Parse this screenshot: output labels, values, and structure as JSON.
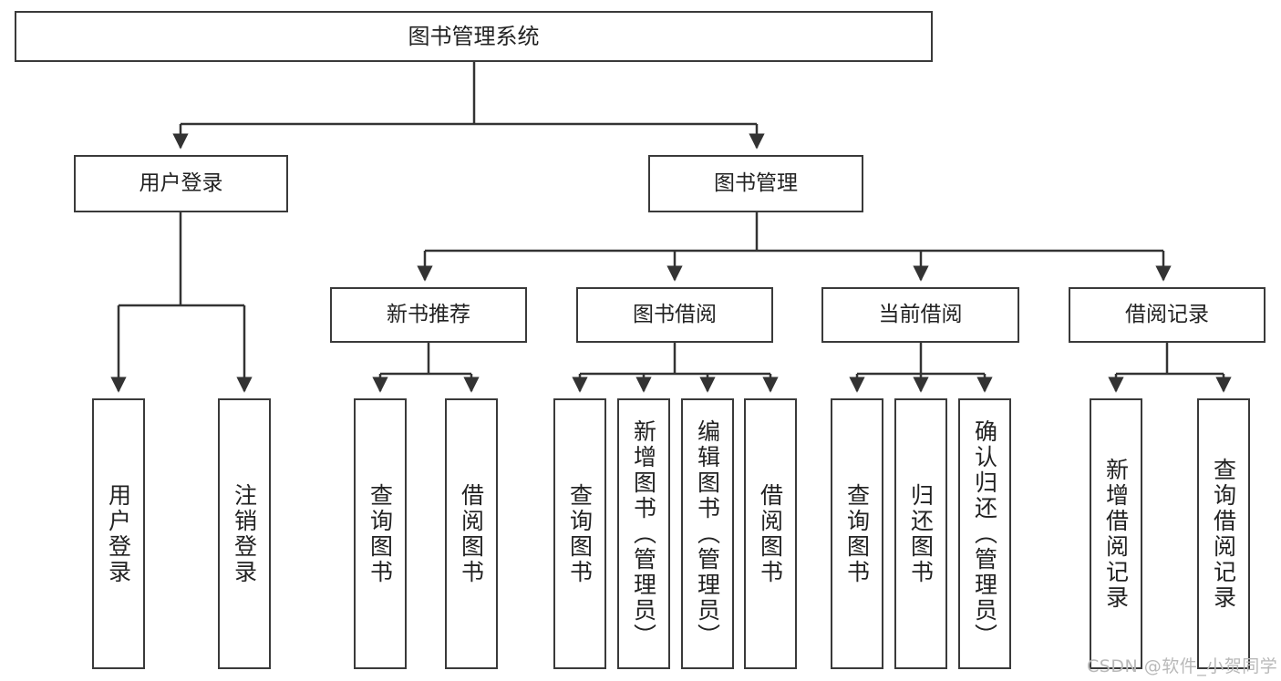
{
  "diagram": {
    "type": "tree-hierarchy-diagram",
    "title": "图书管理系统",
    "orientation": "top-down",
    "style": {
      "box_border_color": "#3a3a3a",
      "box_fill_color": "#ffffff",
      "connector_color": "#333333",
      "background_color": "#ffffff",
      "text_color": "#222222"
    },
    "root": {
      "label": "图书管理系统"
    },
    "level2": [
      {
        "id": "user-login",
        "label": "用户登录"
      },
      {
        "id": "book-manage",
        "label": "图书管理"
      }
    ],
    "level3": [
      {
        "id": "new-book-recommend",
        "label": "新书推荐"
      },
      {
        "id": "book-borrow",
        "label": "图书借阅"
      },
      {
        "id": "current-borrow",
        "label": "当前借阅"
      },
      {
        "id": "borrow-record",
        "label": "借阅记录"
      }
    ],
    "leaves": {
      "user-login": [
        {
          "id": "leaf-user-login",
          "label": "用户登录"
        },
        {
          "id": "leaf-logout-login",
          "label": "注销登录"
        }
      ],
      "new-book-recommend": [
        {
          "id": "leaf-query-book-1",
          "label": "查询图书"
        },
        {
          "id": "leaf-borrow-book-1",
          "label": "借阅图书"
        }
      ],
      "book-borrow": [
        {
          "id": "leaf-query-book-2",
          "label": "查询图书"
        },
        {
          "id": "leaf-add-book",
          "label": "新增图书（管理员）"
        },
        {
          "id": "leaf-edit-book",
          "label": "编辑图书（管理员）"
        },
        {
          "id": "leaf-borrow-book-2",
          "label": "借阅图书"
        }
      ],
      "current-borrow": [
        {
          "id": "leaf-query-book-3",
          "label": "查询图书"
        },
        {
          "id": "leaf-return-book",
          "label": "归还图书"
        },
        {
          "id": "leaf-confirm-return",
          "label": "确认归还（管理员）"
        }
      ],
      "borrow-record": [
        {
          "id": "leaf-add-record",
          "label": "新增借阅记录"
        },
        {
          "id": "leaf-query-record",
          "label": "查询借阅记录"
        }
      ]
    }
  },
  "watermark": {
    "text": "CSDN @软件_小贺同学"
  }
}
